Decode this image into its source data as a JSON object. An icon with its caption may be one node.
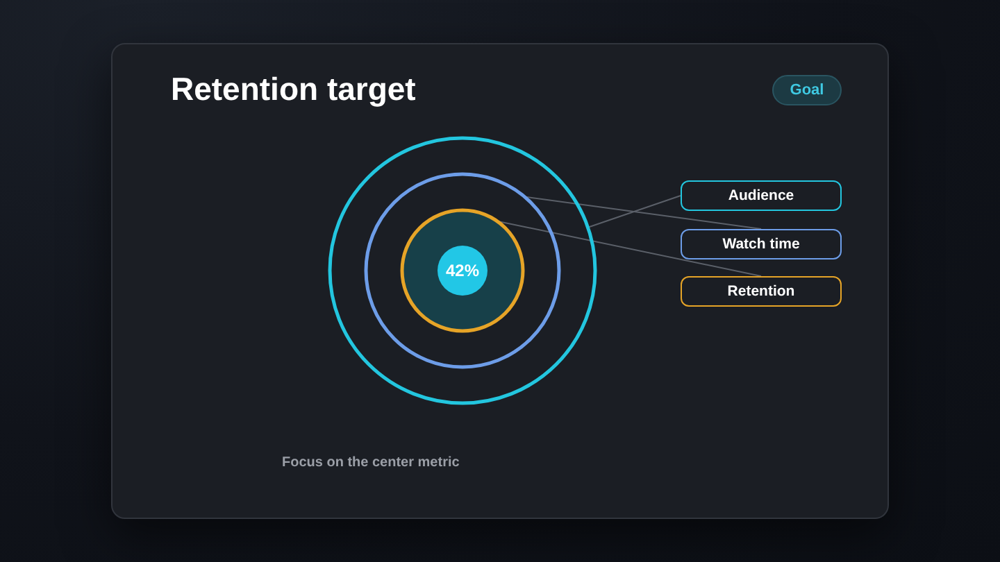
{
  "diagram": {
    "title": "Retention target",
    "caption": "Focus on the center metric",
    "nodes": [
      {
        "text": [
          "Goal"
        ]
      },
      {
        "text": [],
        "shape": "circle"
      },
      {
        "text": [],
        "shape": "circle",
        "in": 1
      },
      {
        "text": [],
        "shape": "circle",
        "in": 2
      },
      {
        "text": [
          "42%"
        ],
        "in": 3
      },
      {
        "text": [
          "Audience"
        ]
      },
      {
        "text": [
          "Watch time"
        ]
      },
      {
        "text": [
          "Retention"
        ]
      }
    ],
    "edges": [
      {
        "from": 5,
        "to": 1,
        "arrow": "none"
      },
      {
        "from": 6,
        "to": 2,
        "arrow": "none"
      },
      {
        "from": 7,
        "to": 3,
        "arrow": "none"
      }
    ]
  }
}
